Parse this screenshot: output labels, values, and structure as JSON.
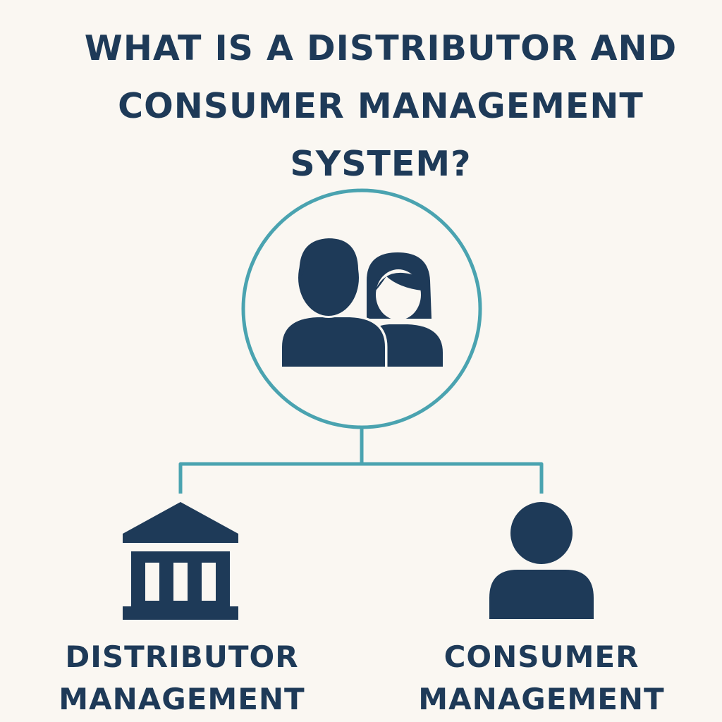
{
  "title": {
    "line1": "WHAT IS A DISTRIBUTOR AND",
    "line2": "CONSUMER MANAGEMENT",
    "line3": "SYSTEM?"
  },
  "nodes": {
    "distributor": {
      "line1": "DISTRIBUTOR",
      "line2": "MANAGEMENT",
      "icon": "bank-building-icon"
    },
    "consumer": {
      "line1": "CONSUMER",
      "line2": "MANAGEMENT",
      "icon": "user-icon"
    },
    "root": {
      "icon": "users-icon"
    }
  },
  "colors": {
    "background": "#faf7f2",
    "text": "#1e3a58",
    "icon": "#1e3a58",
    "accent": "#4aa3b0"
  }
}
